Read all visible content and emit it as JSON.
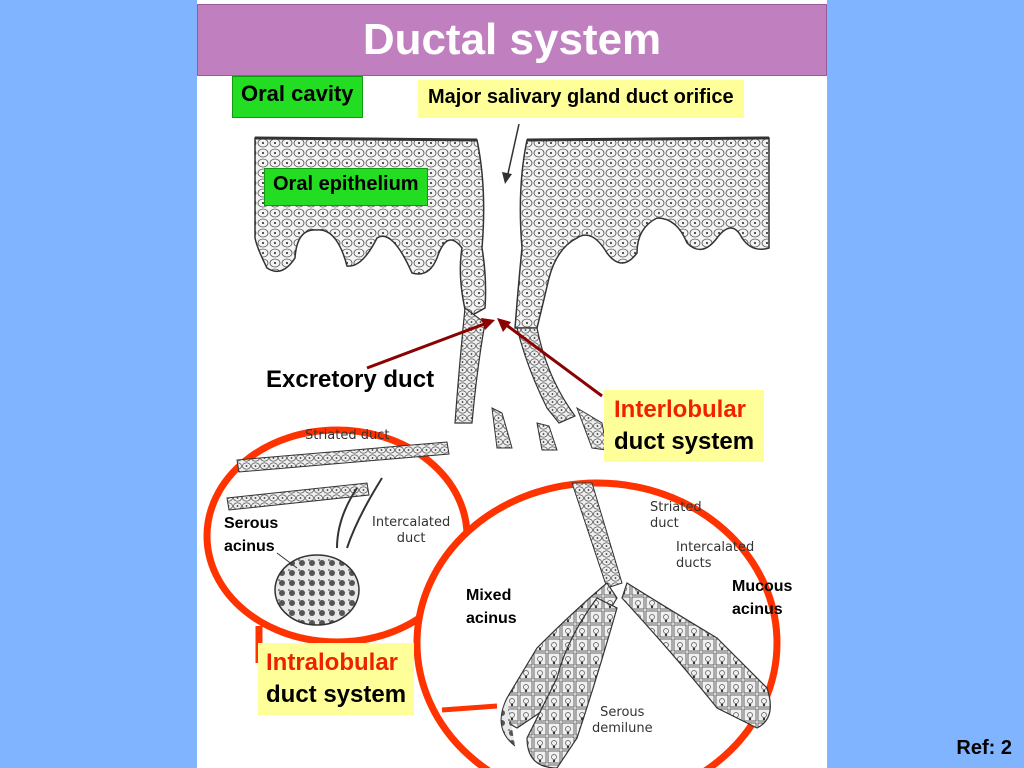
{
  "title": "Ductal system",
  "labels": {
    "oral_cavity": "Oral cavity",
    "major_orifice": "Major salivary gland duct orifice",
    "oral_epithelium": "Oral epithelium",
    "excretory_duct": "Excretory duct",
    "interlobular_line1": "Interlobular",
    "interlobular_line2": "duct system",
    "intralobular_line1": "Intralobular",
    "intralobular_line2": "duct system",
    "serous_acinus_line1": "Serous",
    "serous_acinus_line2": "acinus",
    "mixed_acinus_line1": "Mixed",
    "mixed_acinus_line2": "acinus",
    "mucous_acinus_line1": "Mucous",
    "mucous_acinus_line2": "acinus"
  },
  "figure_text": {
    "striated_duct_1": "Striated duct",
    "intercalated_duct_1_line1": "Intercalated",
    "intercalated_duct_1_line2": "duct",
    "striated_duct_2_line1": "Striated",
    "striated_duct_2_line2": "duct",
    "intercalated_ducts_2_line1": "Intercalated",
    "intercalated_ducts_2_line2": "ducts",
    "serous_demilune_line1": "Serous",
    "serous_demilune_line2": "demilune"
  },
  "ref": "Ref: 2",
  "colors": {
    "background": "#80b4ff",
    "title_bar": "#c07fbe",
    "green_label": "#22dd22",
    "yellow_label": "#ffff99",
    "red_circle": "#ff3300",
    "arrow": "#8b0000"
  }
}
